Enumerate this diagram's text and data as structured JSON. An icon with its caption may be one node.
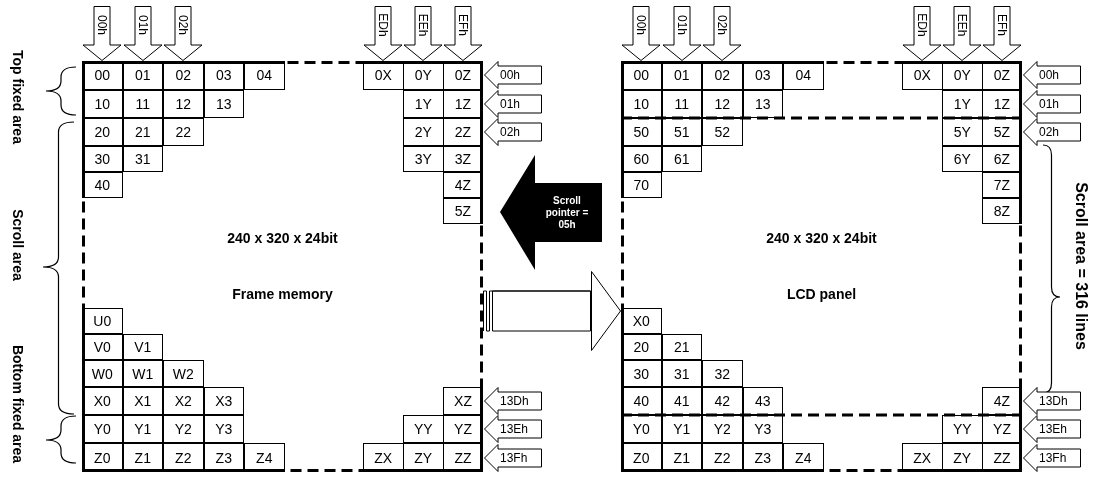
{
  "diagram": {
    "nodes": [
      {
        "text": [
          "240 x 320 x 24bit",
          "Frame memory"
        ]
      },
      {
        "text": [
          "00"
        ],
        "in": 0
      },
      {
        "text": [
          "01"
        ],
        "in": 0
      },
      {
        "text": [
          "02"
        ],
        "in": 0
      },
      {
        "text": [
          "03"
        ],
        "in": 0
      },
      {
        "text": [
          "04"
        ],
        "in": 0
      },
      {
        "text": [
          "0X"
        ],
        "in": 0
      },
      {
        "text": [
          "0Y"
        ],
        "in": 0
      },
      {
        "text": [
          "0Z"
        ],
        "in": 0
      },
      {
        "text": [
          "10"
        ],
        "in": 0
      },
      {
        "text": [
          "11"
        ],
        "in": 0
      },
      {
        "text": [
          "12"
        ],
        "in": 0
      },
      {
        "text": [
          "13"
        ],
        "in": 0
      },
      {
        "text": [
          "1Y"
        ],
        "in": 0
      },
      {
        "text": [
          "1Z"
        ],
        "in": 0
      },
      {
        "text": [
          "20"
        ],
        "in": 0
      },
      {
        "text": [
          "21"
        ],
        "in": 0
      },
      {
        "text": [
          "22"
        ],
        "in": 0
      },
      {
        "text": [
          "2Y"
        ],
        "in": 0
      },
      {
        "text": [
          "2Z"
        ],
        "in": 0
      },
      {
        "text": [
          "30"
        ],
        "in": 0
      },
      {
        "text": [
          "31"
        ],
        "in": 0
      },
      {
        "text": [
          "3Y"
        ],
        "in": 0
      },
      {
        "text": [
          "3Z"
        ],
        "in": 0
      },
      {
        "text": [
          "40"
        ],
        "in": 0
      },
      {
        "text": [
          "4Z"
        ],
        "in": 0
      },
      {
        "text": [
          "5Z"
        ],
        "in": 0
      },
      {
        "text": [
          "U0"
        ],
        "in": 0
      },
      {
        "text": [
          "V0"
        ],
        "in": 0
      },
      {
        "text": [
          "V1"
        ],
        "in": 0
      },
      {
        "text": [
          "W0"
        ],
        "in": 0
      },
      {
        "text": [
          "W1"
        ],
        "in": 0
      },
      {
        "text": [
          "W2"
        ],
        "in": 0
      },
      {
        "text": [
          "X0"
        ],
        "in": 0
      },
      {
        "text": [
          "X1"
        ],
        "in": 0
      },
      {
        "text": [
          "X2"
        ],
        "in": 0
      },
      {
        "text": [
          "X3"
        ],
        "in": 0
      },
      {
        "text": [
          "XZ"
        ],
        "in": 0
      },
      {
        "text": [
          "Y0"
        ],
        "in": 0
      },
      {
        "text": [
          "Y1"
        ],
        "in": 0
      },
      {
        "text": [
          "Y2"
        ],
        "in": 0
      },
      {
        "text": [
          "Y3"
        ],
        "in": 0
      },
      {
        "text": [
          "YY"
        ],
        "in": 0
      },
      {
        "text": [
          "YZ"
        ],
        "in": 0
      },
      {
        "text": [
          "Z0"
        ],
        "in": 0
      },
      {
        "text": [
          "Z1"
        ],
        "in": 0
      },
      {
        "text": [
          "Z2"
        ],
        "in": 0
      },
      {
        "text": [
          "Z3"
        ],
        "in": 0
      },
      {
        "text": [
          "Z4"
        ],
        "in": 0
      },
      {
        "text": [
          "ZX"
        ],
        "in": 0
      },
      {
        "text": [
          "ZY"
        ],
        "in": 0
      },
      {
        "text": [
          "ZZ"
        ],
        "in": 0
      },
      {
        "text": [
          "240 x 320 x 24bit",
          "LCD panel"
        ]
      },
      {
        "text": [
          "00"
        ],
        "in": 52
      },
      {
        "text": [
          "01"
        ],
        "in": 52
      },
      {
        "text": [
          "02"
        ],
        "in": 52
      },
      {
        "text": [
          "03"
        ],
        "in": 52
      },
      {
        "text": [
          "04"
        ],
        "in": 52
      },
      {
        "text": [
          "0X"
        ],
        "in": 52
      },
      {
        "text": [
          "0Y"
        ],
        "in": 52
      },
      {
        "text": [
          "0Z"
        ],
        "in": 52
      },
      {
        "text": [
          "10"
        ],
        "in": 52
      },
      {
        "text": [
          "11"
        ],
        "in": 52
      },
      {
        "text": [
          "12"
        ],
        "in": 52
      },
      {
        "text": [
          "13"
        ],
        "in": 52
      },
      {
        "text": [
          "1Y"
        ],
        "in": 52
      },
      {
        "text": [
          "1Z"
        ],
        "in": 52
      },
      {
        "text": [
          "50"
        ],
        "in": 52
      },
      {
        "text": [
          "51"
        ],
        "in": 52
      },
      {
        "text": [
          "52"
        ],
        "in": 52
      },
      {
        "text": [
          "5Y"
        ],
        "in": 52
      },
      {
        "text": [
          "5Z"
        ],
        "in": 52
      },
      {
        "text": [
          "60"
        ],
        "in": 52
      },
      {
        "text": [
          "61"
        ],
        "in": 52
      },
      {
        "text": [
          "6Y"
        ],
        "in": 52
      },
      {
        "text": [
          "6Z"
        ],
        "in": 52
      },
      {
        "text": [
          "70"
        ],
        "in": 52
      },
      {
        "text": [
          "7Z"
        ],
        "in": 52
      },
      {
        "text": [
          "8Z"
        ],
        "in": 52
      },
      {
        "text": [
          "X0"
        ],
        "in": 52
      },
      {
        "text": [
          "20"
        ],
        "in": 52
      },
      {
        "text": [
          "21"
        ],
        "in": 52
      },
      {
        "text": [
          "30"
        ],
        "in": 52
      },
      {
        "text": [
          "31"
        ],
        "in": 52
      },
      {
        "text": [
          "32"
        ],
        "in": 52
      },
      {
        "text": [
          "40"
        ],
        "in": 52
      },
      {
        "text": [
          "41"
        ],
        "in": 52
      },
      {
        "text": [
          "42"
        ],
        "in": 52
      },
      {
        "text": [
          "43"
        ],
        "in": 52
      },
      {
        "text": [
          "4Z"
        ],
        "in": 52
      },
      {
        "text": [
          "Y0"
        ],
        "in": 52
      },
      {
        "text": [
          "Y1"
        ],
        "in": 52
      },
      {
        "text": [
          "Y2"
        ],
        "in": 52
      },
      {
        "text": [
          "Y3"
        ],
        "in": 52
      },
      {
        "text": [
          "YY"
        ],
        "in": 52
      },
      {
        "text": [
          "YZ"
        ],
        "in": 52
      },
      {
        "text": [
          "Z0"
        ],
        "in": 52
      },
      {
        "text": [
          "Z1"
        ],
        "in": 52
      },
      {
        "text": [
          "Z2"
        ],
        "in": 52
      },
      {
        "text": [
          "Z3"
        ],
        "in": 52
      },
      {
        "text": [
          "Z4"
        ],
        "in": 52
      },
      {
        "text": [
          "ZX"
        ],
        "in": 52
      },
      {
        "text": [
          "ZY"
        ],
        "in": 52
      },
      {
        "text": [
          "ZZ"
        ],
        "in": 52
      },
      {
        "text": [
          "00h"
        ]
      },
      {
        "text": [
          "01h"
        ]
      },
      {
        "text": [
          "02h"
        ]
      },
      {
        "text": [
          "EDh"
        ]
      },
      {
        "text": [
          "EEh"
        ]
      },
      {
        "text": [
          "EFh"
        ]
      },
      {
        "text": [
          "00h"
        ]
      },
      {
        "text": [
          "01h"
        ]
      },
      {
        "text": [
          "02h"
        ]
      },
      {
        "text": [
          "13Dh"
        ]
      },
      {
        "text": [
          "13Eh"
        ]
      },
      {
        "text": [
          "13Fh"
        ]
      },
      {
        "text": [
          "Scroll pointer = 05h"
        ]
      },
      {
        "text": [
          "00h"
        ]
      },
      {
        "text": [
          "01h"
        ]
      },
      {
        "text": [
          "02h"
        ]
      },
      {
        "text": [
          "EDh"
        ]
      },
      {
        "text": [
          "EEh"
        ]
      },
      {
        "text": [
          "EFh"
        ]
      },
      {
        "text": [
          "00h"
        ]
      },
      {
        "text": [
          "01h"
        ]
      },
      {
        "text": [
          "02h"
        ]
      },
      {
        "text": [
          "13Dh"
        ]
      },
      {
        "text": [
          "13Eh"
        ]
      },
      {
        "text": [
          "13Fh"
        ]
      }
    ],
    "edges": [
      {
        "from": 0,
        "to": 52,
        "arrow": "to"
      }
    ],
    "labels": [
      "Top fixed area",
      "Scroll area",
      "Bottom fixed area",
      "Scroll area = 316 lines"
    ]
  }
}
